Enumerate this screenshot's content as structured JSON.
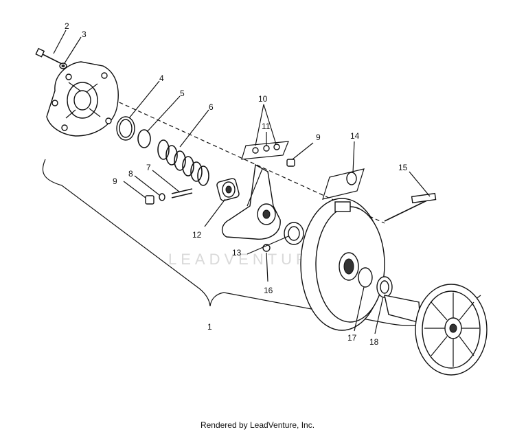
{
  "watermark": "LEADVENTURE",
  "footer": "Rendered by LeadVenture, Inc.",
  "callouts": {
    "c1": "1",
    "c2": "2",
    "c3": "3",
    "c4": "4",
    "c5": "5",
    "c6": "6",
    "c7": "7",
    "c8": "8",
    "c9a": "9",
    "c9b": "9",
    "c10": "10",
    "c11": "11",
    "c12": "12",
    "c13": "13",
    "c14": "14",
    "c15": "15",
    "c16": "16",
    "c17": "17",
    "c18": "18"
  }
}
